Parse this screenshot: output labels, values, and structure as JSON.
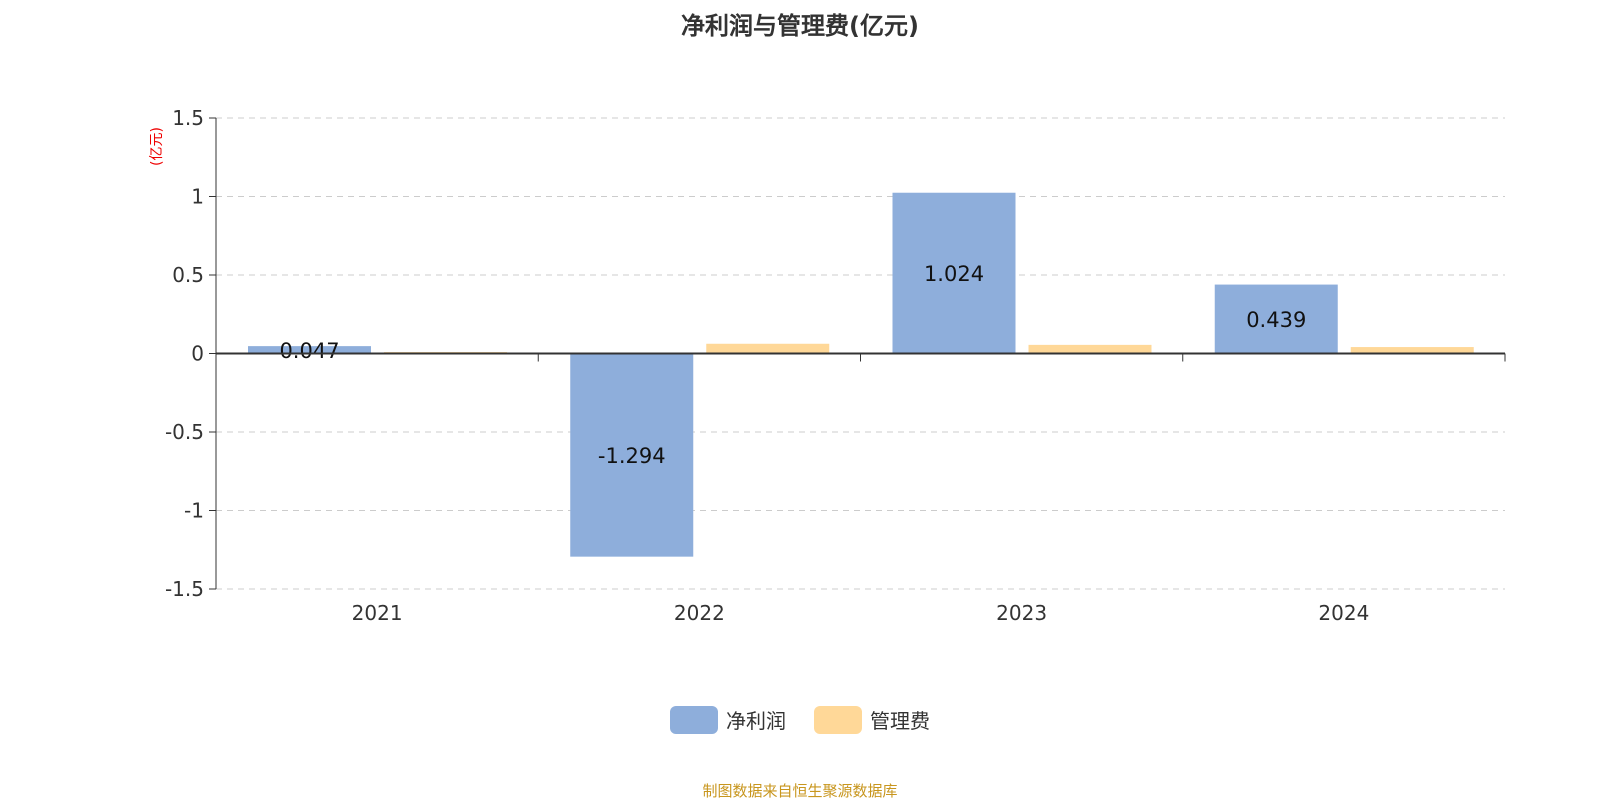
{
  "chart_data": {
    "type": "bar",
    "title": "净利润与管理费(亿元)",
    "ylabel": "(亿元)",
    "xlabel": "",
    "categories": [
      "2021",
      "2022",
      "2023",
      "2024"
    ],
    "series": [
      {
        "name": "净利润",
        "color": "#8eaedb",
        "values": [
          0.047,
          -1.294,
          1.024,
          0.439
        ],
        "labels": [
          "0.047",
          "-1.294",
          "1.024",
          "0.439"
        ]
      },
      {
        "name": "管理费",
        "color": "#ffd898",
        "values": [
          0.009,
          0.062,
          0.055,
          0.041
        ]
      }
    ],
    "ylim": [
      -1.5,
      1.5
    ],
    "yticks": [
      1.5,
      1,
      0.5,
      0,
      -0.5,
      -1,
      -1.5
    ],
    "ytick_labels": [
      "1.5",
      "1",
      "0.5",
      "0",
      "-0.5",
      "-1",
      "-1.5"
    ],
    "grid": true,
    "legend": "bottom-center"
  },
  "source": "制图数据来自恒生聚源数据库"
}
